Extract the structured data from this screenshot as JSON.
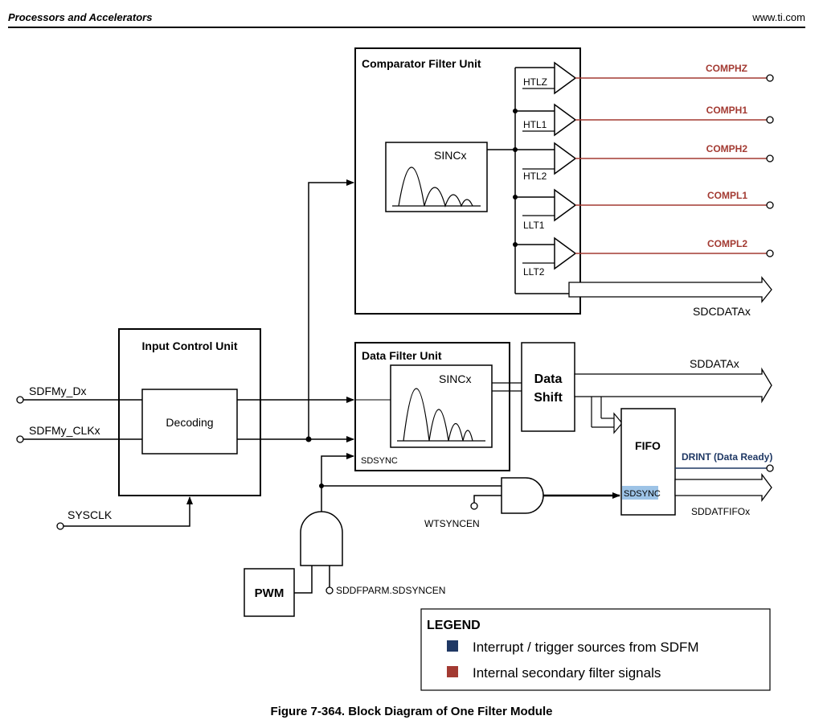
{
  "header": {
    "left": "Processors and Accelerators",
    "right": "www.ti.com"
  },
  "blocks": {
    "comparator_filter_unit": "Comparator Filter Unit",
    "comparator_sinc": "SINCx",
    "input_control_unit": "Input Control Unit",
    "decoding": "Decoding",
    "data_filter_unit": "Data Filter Unit",
    "data_sinc": "SINCx",
    "data_filter_sdsync": "SDSYNC",
    "data_shift_line1": "Data",
    "data_shift_line2": "Shift",
    "fifo": "FIFO",
    "fifo_sdsync": "SDSYNC",
    "pwm": "PWM"
  },
  "comparators": [
    {
      "label": "HTLZ",
      "output": "COMPHZ"
    },
    {
      "label": "HTL1",
      "output": "COMPH1"
    },
    {
      "label": "HTL2",
      "output": "COMPH2"
    },
    {
      "label": "LLT1",
      "output": "COMPL1"
    },
    {
      "label": "LLT2",
      "output": "COMPL2"
    }
  ],
  "signals": {
    "sdfm_dx": "SDFMy_Dx",
    "sdfm_clkx": "SDFMy_CLKx",
    "sysclk": "SYSCLK",
    "wtsyncen": "WTSYNCEN",
    "sddfparm": "SDDFPARM.SDSYNCEN",
    "sdcdatax": "SDCDATAx",
    "sddatax": "SDDATAx",
    "drint": "DRINT (Data Ready)",
    "sddatfifox": "SDDATFIFOx"
  },
  "legend": {
    "title": "LEGEND",
    "items": [
      {
        "label": "Interrupt / trigger sources from SDFM",
        "color": "#1f3864"
      },
      {
        "label": "Internal secondary filter signals",
        "color": "#a33a32"
      }
    ]
  },
  "colors": {
    "comparator_output": "#a33a32",
    "interrupt": "#1f3864",
    "sdsync_highlight": "#9dc3e6"
  },
  "caption": "Figure 7-364. Block Diagram of One Filter Module"
}
